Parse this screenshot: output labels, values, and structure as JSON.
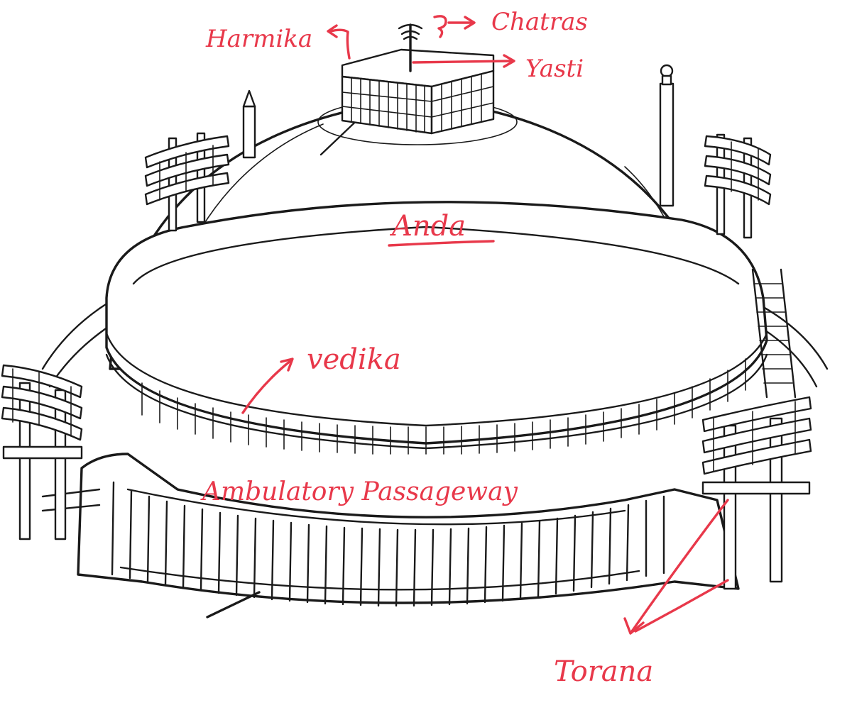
{
  "colors": {
    "annotation_red": "#e8384a",
    "line_art": "#1a1a1a",
    "background": "#ffffff"
  },
  "labels": {
    "harmika": "Harmika",
    "chatras": "Chatras",
    "yasti": "Yasti",
    "anda": "Anda",
    "vedika": "vedika",
    "ambulatory": "Ambulatory Passageway",
    "torana": "Torana"
  }
}
